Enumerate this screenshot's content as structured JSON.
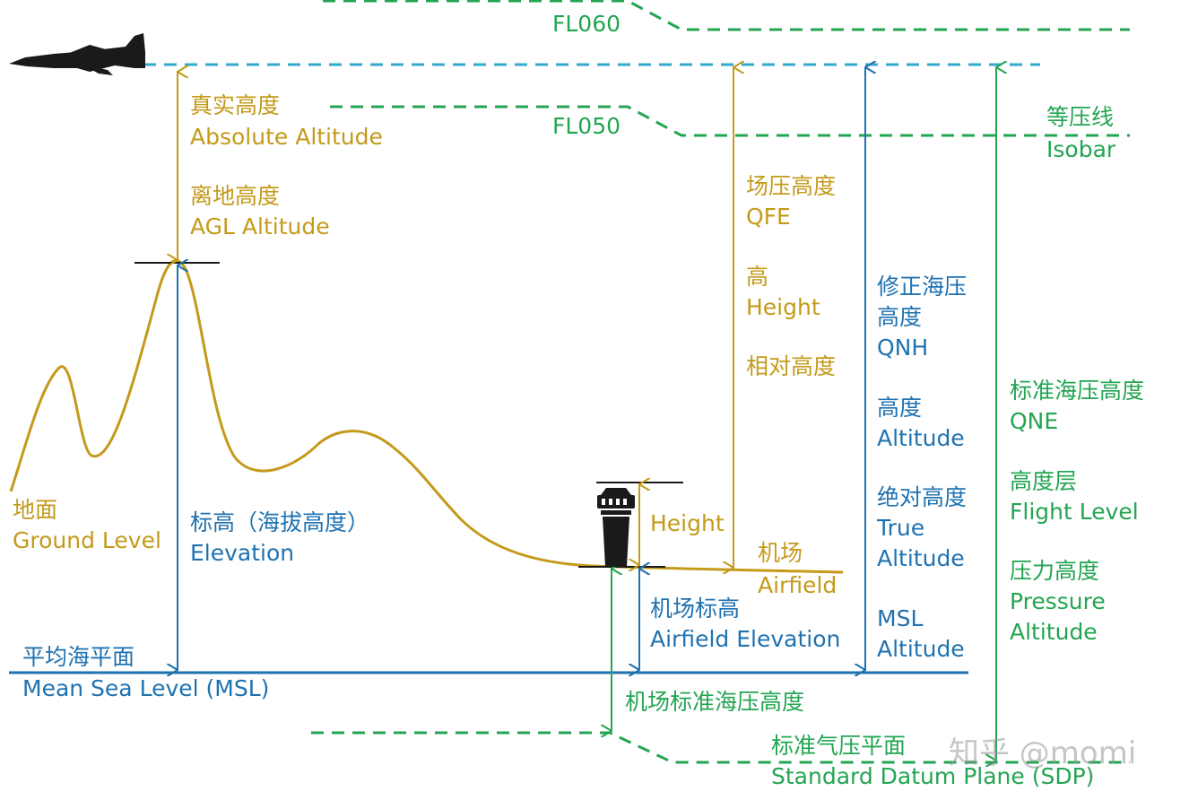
{
  "colors": {
    "gold": "#C49A1A",
    "blue": "#1F72B0",
    "green": "#23A552",
    "cyan": "#33AACC",
    "dark": "#1a1a1a"
  },
  "icons": {
    "aircraft": "fighter-jet-silhouette",
    "tower": "control-tower-silhouette"
  },
  "labels": {
    "fl060": "FL060",
    "fl050": "FL050",
    "isobar": {
      "zh": "等压线",
      "en": "Isobar"
    },
    "absolute_altitude": {
      "zh": "真实高度",
      "en": "Absolute Altitude"
    },
    "agl_altitude": {
      "zh": "离地高度",
      "en": "AGL Altitude"
    },
    "qfe": {
      "zh": "场压高度",
      "en": "QFE"
    },
    "height_group": {
      "zh": "高",
      "en": "Height",
      "zh2": "相对高度"
    },
    "qnh": {
      "zh1": "修正海压",
      "zh2": "高度",
      "en": "QNH"
    },
    "altitude": {
      "zh": "高度",
      "en": "Altitude"
    },
    "true_altitude": {
      "zh": "绝对高度",
      "en1": "True",
      "en2": "Altitude"
    },
    "msl_altitude": {
      "en1": "MSL",
      "en2": "Altitude"
    },
    "qne": {
      "zh": "标准海压高度",
      "en": "QNE"
    },
    "flight_level": {
      "zh": "高度层",
      "en": "Flight Level"
    },
    "pressure_altitude": {
      "zh": "压力高度",
      "en1": "Pressure",
      "en2": "Altitude"
    },
    "ground_level": {
      "zh": "地面",
      "en": "Ground Level"
    },
    "elevation": {
      "zh": "标高（海拔高度）",
      "en": "Elevation"
    },
    "tower_height": "Height",
    "airfield": {
      "zh": "机场",
      "en": "Airfield"
    },
    "airfield_elevation": {
      "zh": "机场标高",
      "en": "Airfield Elevation"
    },
    "msl": {
      "zh": "平均海平面",
      "en": "Mean Sea Level (MSL)"
    },
    "airfield_pressure_altitude": {
      "zh": "机场标准海压高度"
    },
    "sdp": {
      "zh": "标准气压平面",
      "en": "Standard Datum Plane (SDP)"
    }
  },
  "watermark": "知乎 @momi"
}
